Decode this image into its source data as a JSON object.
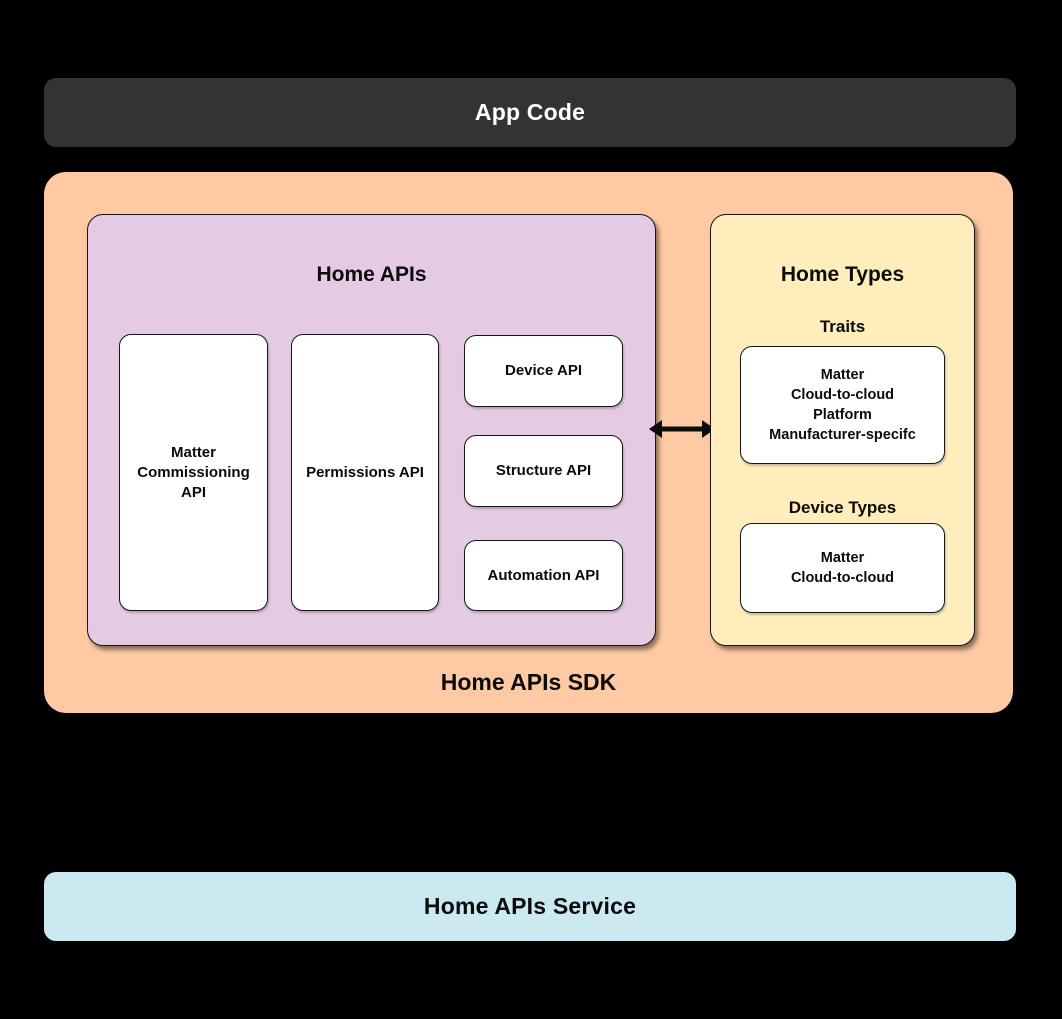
{
  "colors": {
    "background": "#000000",
    "app_code_bg": "#333333",
    "sdk_bg": "#ffc9a3",
    "home_apis_bg": "#e4cbe3",
    "home_types_bg": "#ffedbc",
    "service_bg": "#cbe9f1",
    "card_bg": "#ffffff",
    "border": "#161616"
  },
  "app_code": {
    "label": "App Code"
  },
  "sdk": {
    "label": "Home APIs SDK",
    "home_apis": {
      "title": "Home APIs",
      "matter_commissioning_api": "Matter Commissioning API",
      "permissions_api": "Permissions API",
      "device_api": "Device API",
      "structure_api": "Structure API",
      "automation_api": "Automation API"
    },
    "home_types": {
      "title": "Home Types",
      "traits_heading": "Traits",
      "traits_items": [
        "Matter",
        "Cloud-to-cloud",
        "Platform",
        "Manufacturer-specifc"
      ],
      "device_types_heading": "Device Types",
      "device_types_items": [
        "Matter",
        "Cloud-to-cloud"
      ]
    }
  },
  "service": {
    "label": "Home APIs Service"
  }
}
